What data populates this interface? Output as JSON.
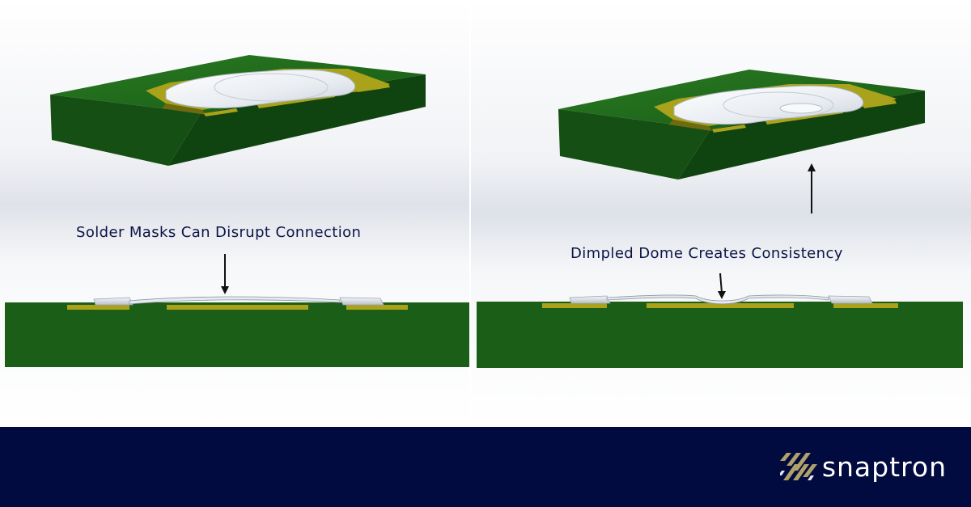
{
  "captions": {
    "left": "Solder Masks Can Disrupt Connection",
    "right": "Dimpled Dome Creates Consistency"
  },
  "brand": {
    "name": "snaptron",
    "logo_icon": "snaptron-logo-icon"
  },
  "colors": {
    "board_top": "#1f6f1d",
    "board_side": "#0f4a10",
    "pad_gold": "#a9a21a",
    "dome_white": "#eef1f5",
    "caption_text": "#0b1546",
    "footer_bg": "#020b40",
    "logo_gold": "#b0a06a",
    "arrow": "#111111"
  }
}
